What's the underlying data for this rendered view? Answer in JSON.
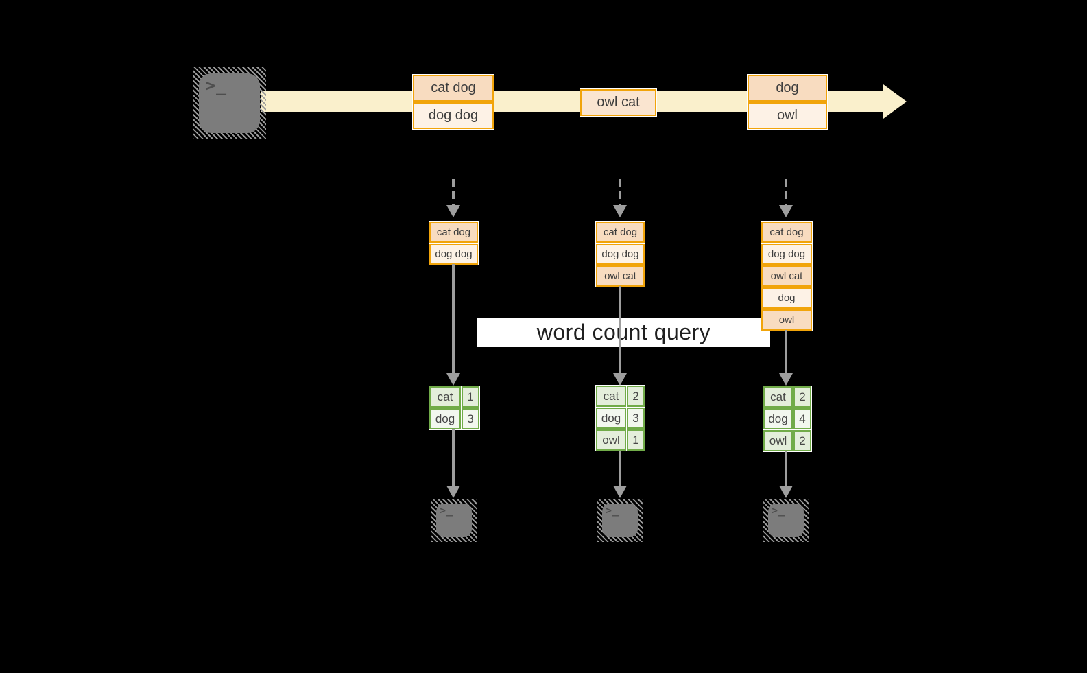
{
  "query_label": "word count query",
  "terminal_glyph": ">_",
  "stream_items": [
    {
      "cells": [
        "cat dog",
        "dog dog"
      ]
    },
    {
      "cells": [
        "owl cat"
      ]
    },
    {
      "cells": [
        "dog",
        "owl"
      ]
    }
  ],
  "state_stacks": [
    {
      "cells": [
        "cat dog",
        "dog dog"
      ]
    },
    {
      "cells": [
        "cat dog",
        "dog dog",
        "owl cat"
      ]
    },
    {
      "cells": [
        "cat dog",
        "dog dog",
        "owl cat",
        "dog",
        "owl"
      ]
    }
  ],
  "results": [
    {
      "rows": [
        {
          "word": "cat",
          "count": "1"
        },
        {
          "word": "dog",
          "count": "3"
        }
      ]
    },
    {
      "rows": [
        {
          "word": "cat",
          "count": "2"
        },
        {
          "word": "dog",
          "count": "3"
        },
        {
          "word": "owl",
          "count": "1"
        }
      ]
    },
    {
      "rows": [
        {
          "word": "cat",
          "count": "2"
        },
        {
          "word": "dog",
          "count": "4"
        },
        {
          "word": "owl",
          "count": "2"
        }
      ]
    }
  ],
  "colors": {
    "amber_border": "#f1a40a",
    "peach_fill": "#f8dcc0",
    "cream_fill": "#fdf2e6",
    "stream_band": "#faf0cc",
    "green_border": "#71ab49",
    "green_tint_fill": "#e4eedb",
    "green_light_fill": "#f2f7ee",
    "arrow_gray": "#9e9e9e",
    "terminal_gray": "#7c7c7c",
    "background": "#000000"
  }
}
